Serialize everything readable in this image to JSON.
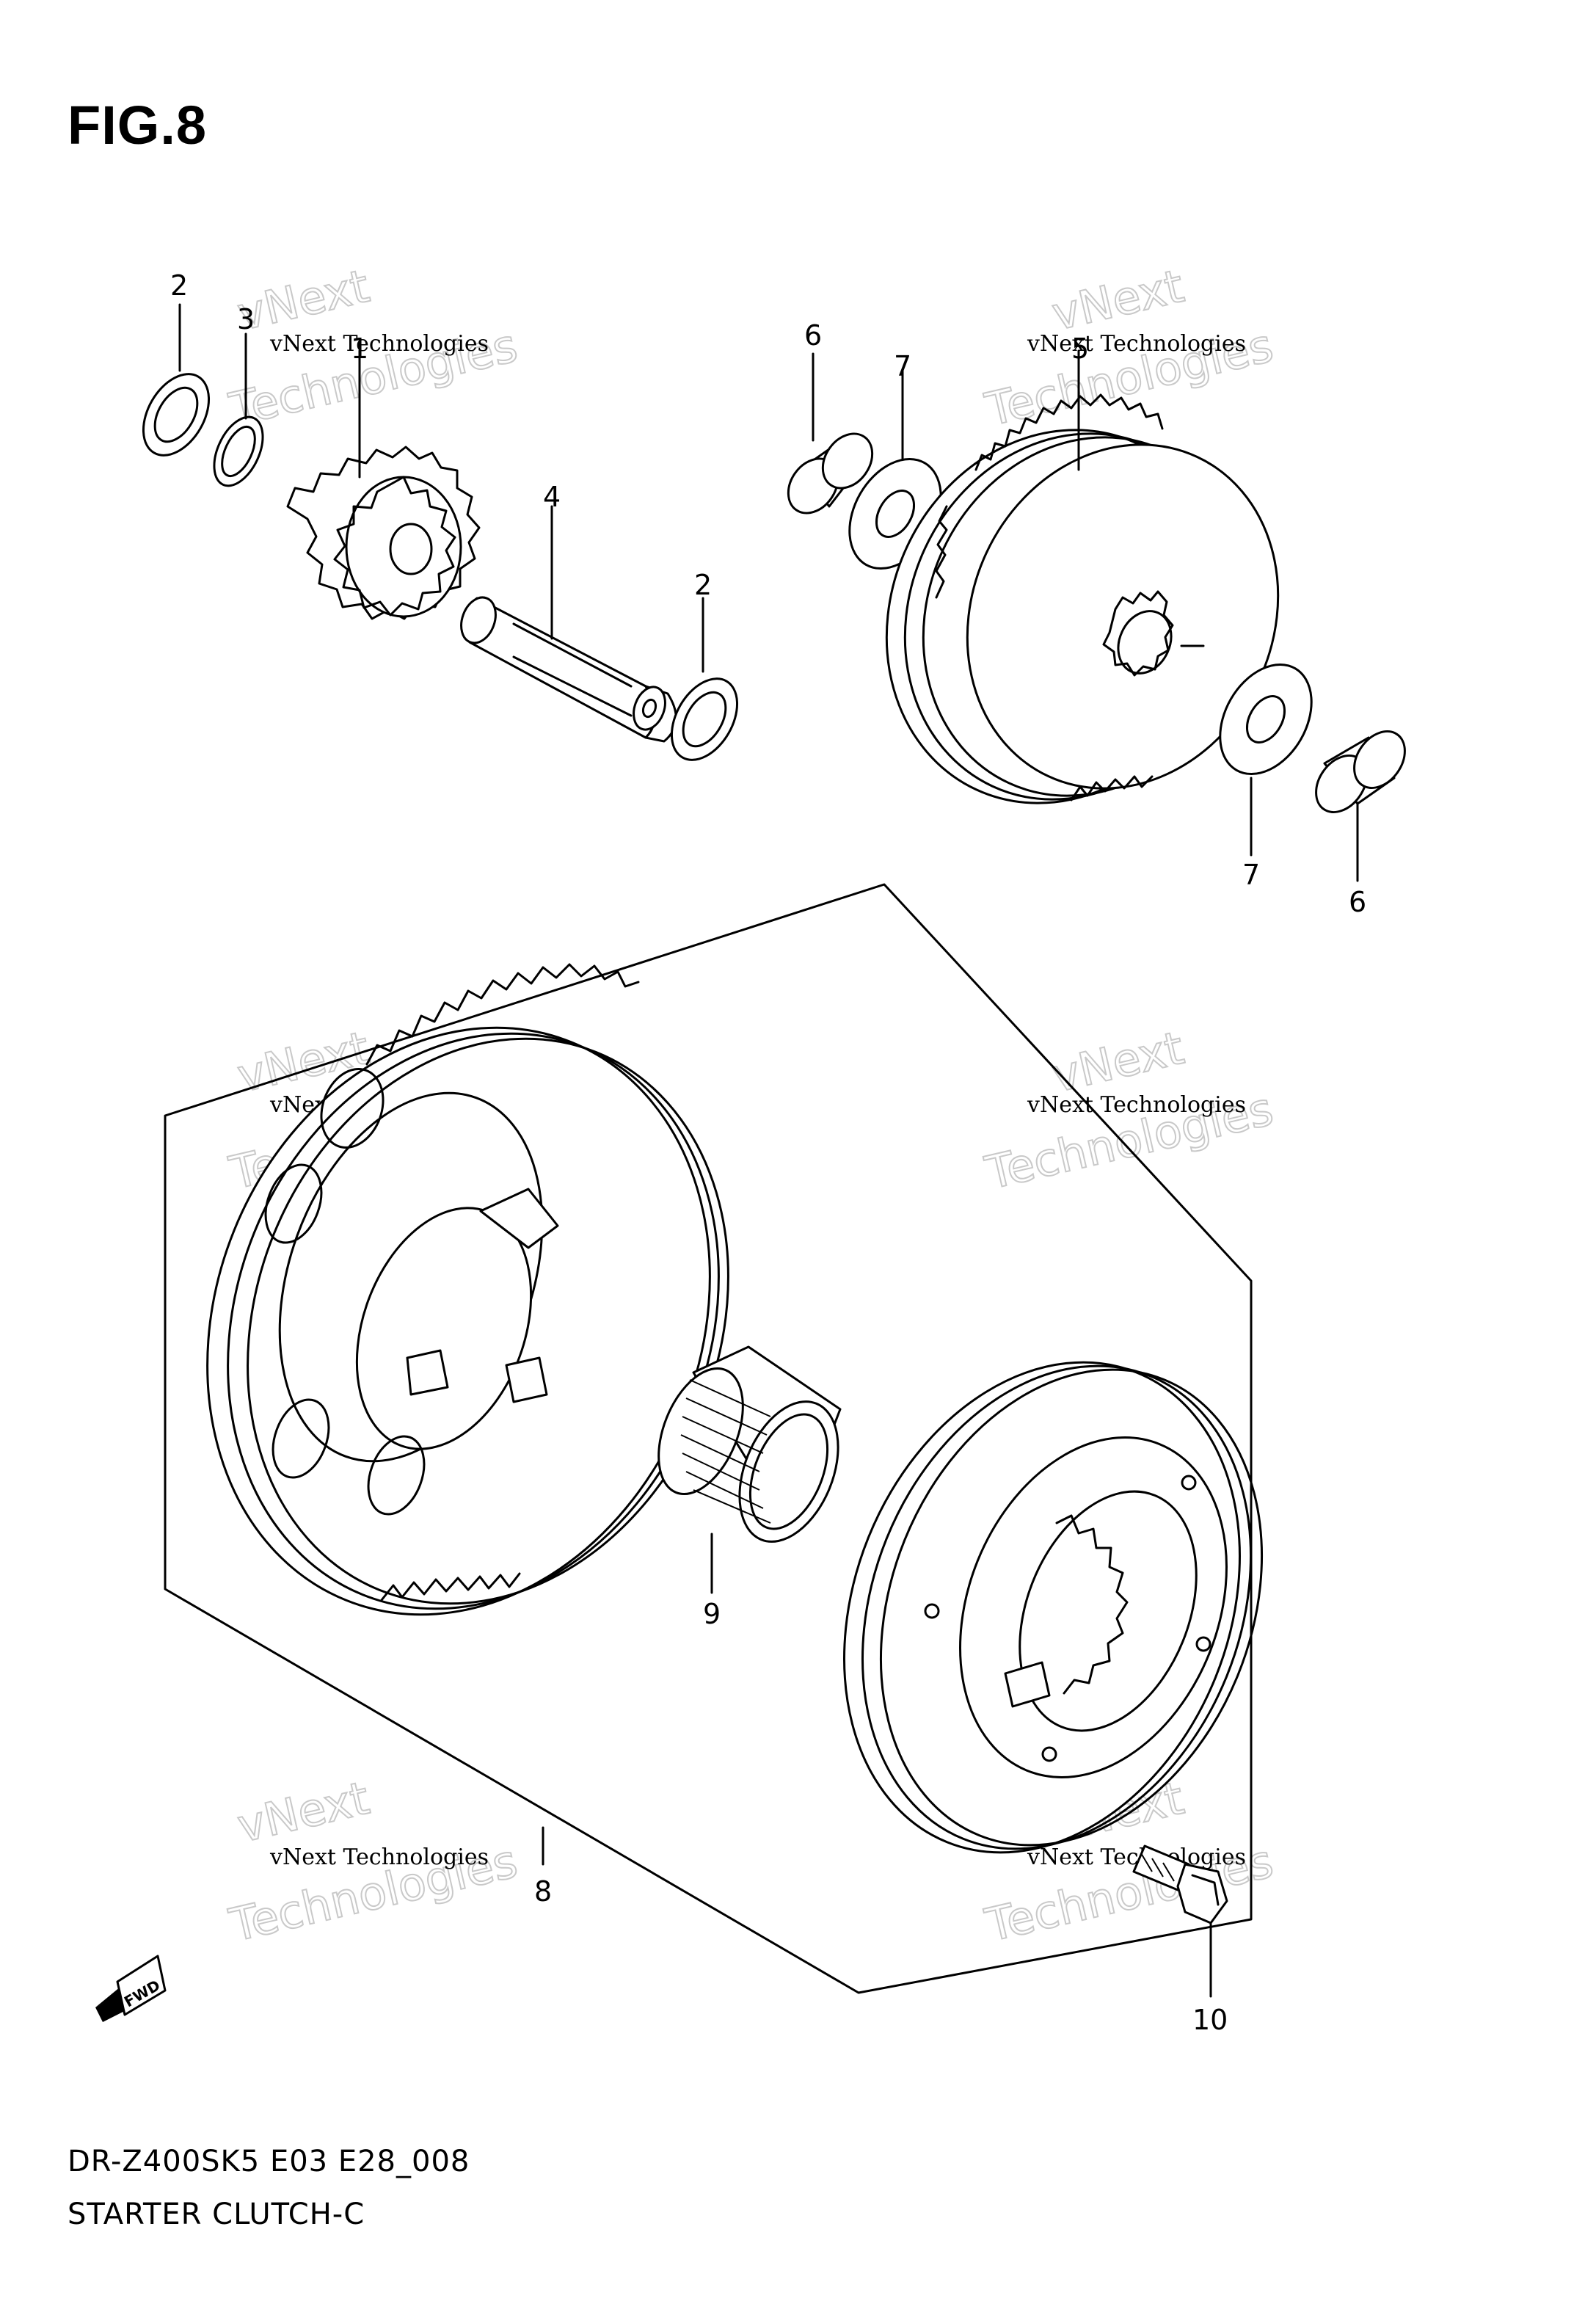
{
  "figure": {
    "title": "FIG.8",
    "model_code": "DR-Z400SK5 E03 E28_008",
    "section_name": "STARTER CLUTCH-C"
  },
  "watermark": {
    "small_text": "vNext Technologies",
    "large_line1": "vNext",
    "large_line2": "Technologies"
  },
  "direction_badge": "FWD",
  "callouts": [
    "2",
    "3",
    "1",
    "4",
    "2",
    "6",
    "7",
    "5",
    "7",
    "6",
    "8",
    "9",
    "10"
  ]
}
